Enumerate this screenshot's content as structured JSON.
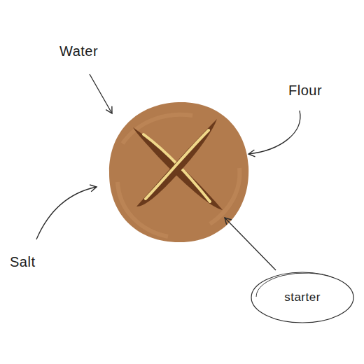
{
  "diagram": {
    "nodes": [
      {
        "text": [
          "starter"
        ]
      }
    ],
    "labels": [
      "Water",
      "Flour",
      "Salt"
    ]
  }
}
